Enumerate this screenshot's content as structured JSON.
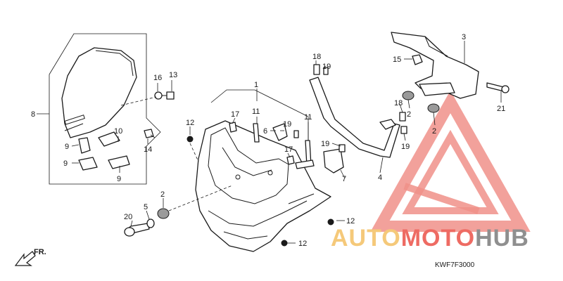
{
  "diagram": {
    "callouts": {
      "c1": "1",
      "c2a": "2",
      "c2b": "2",
      "c2c": "2",
      "c3": "3",
      "c4": "4",
      "c5": "5",
      "c6": "6",
      "c7": "7",
      "c8": "8",
      "c9a": "9",
      "c9b": "9",
      "c9c": "9",
      "c10": "10",
      "c11a": "11",
      "c11b": "11",
      "c12a": "12",
      "c12b": "12",
      "c12c": "12",
      "c13": "13",
      "c14": "14",
      "c15": "15",
      "c16": "16",
      "c17a": "17",
      "c17b": "17",
      "c18a": "18",
      "c18b": "18",
      "c19a": "19",
      "c19b": "19",
      "c19c": "19",
      "c20": "20",
      "c21": "21"
    },
    "diagram_code": "KWF7F3000",
    "front_label": "FR.",
    "watermark": {
      "part1": "AUTO",
      "part2": "MOTO",
      "part3": "HUB",
      "color_light": "#f5c97a",
      "color_red": "#ee6b63",
      "color_gray": "#8f8f8f"
    }
  }
}
